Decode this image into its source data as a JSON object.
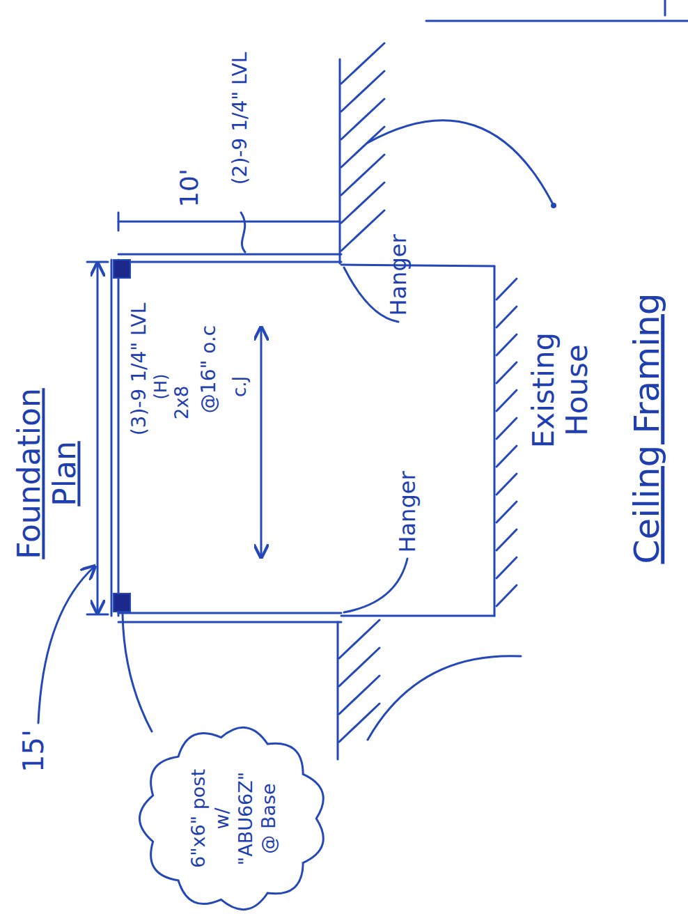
{
  "diagram": {
    "nodes": [
      {
        "text": [
          "6\"x6\" post w/ \"ABU66Z\" @ Base"
        ]
      }
    ],
    "labels": [
      "Foundation Plan",
      "15'",
      "(3)-9 1/4\" LVL",
      "(H)",
      "2x8",
      "@16\" o.c",
      "c.J",
      "10'",
      "(2)-9 1/4\" LVL",
      "Hanger",
      "Hanger",
      "Existing House",
      "Ceiling Framing"
    ]
  }
}
